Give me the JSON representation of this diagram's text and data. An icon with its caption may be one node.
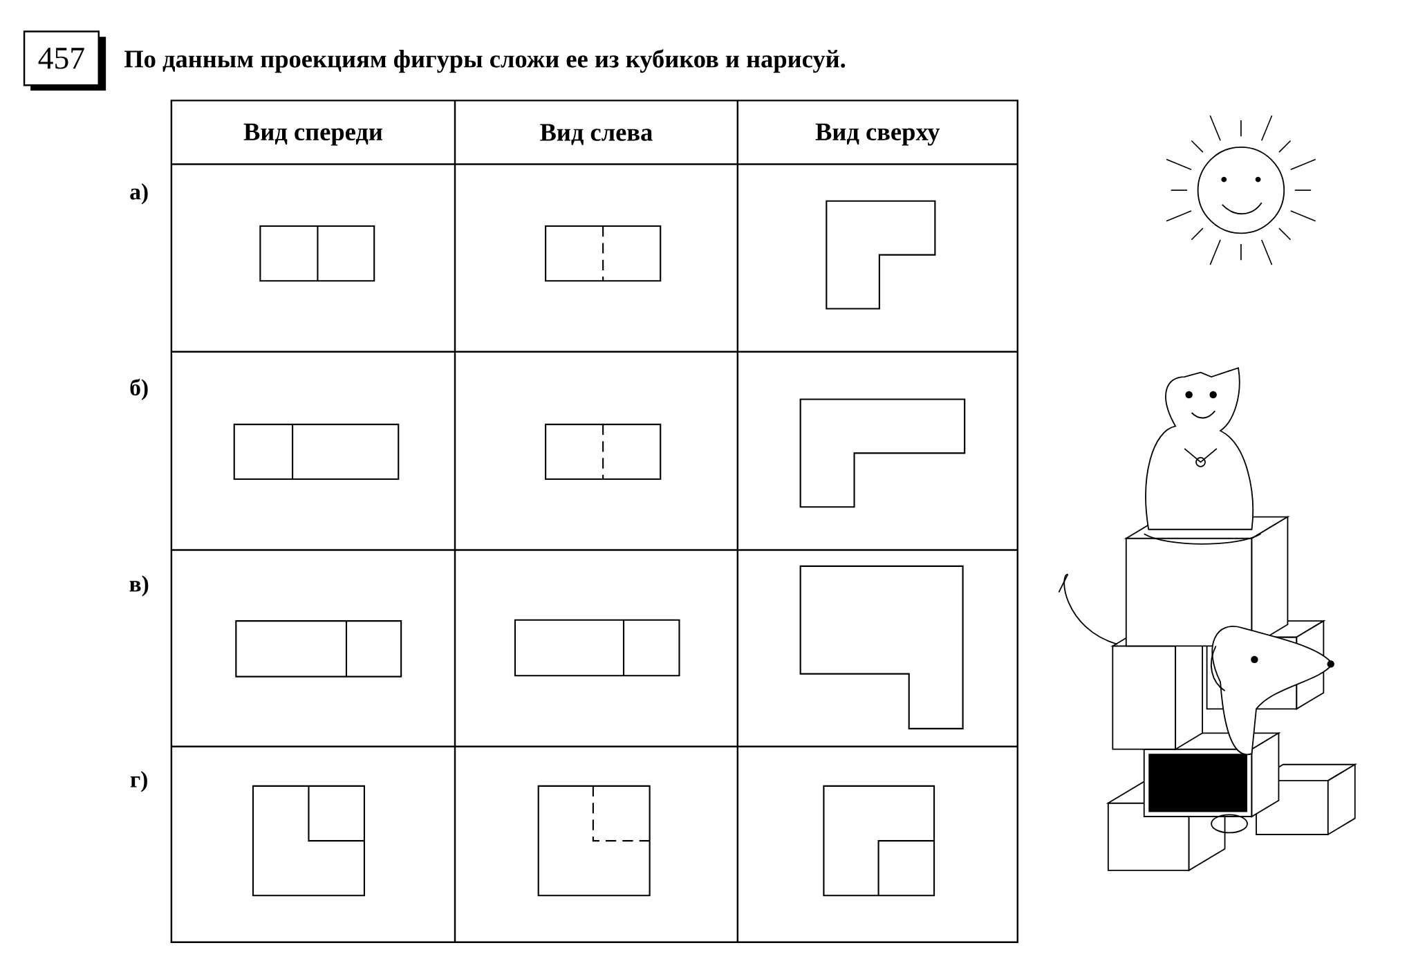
{
  "diagram": {
    "title": "По данным проекциям фигуры сложи ее из кубиков и нарисуй.",
    "labels": [
      "457",
      "Вид спереди",
      "Вид слева",
      "Вид сверху",
      "а)",
      "б)",
      "в)",
      "г)"
    ]
  }
}
